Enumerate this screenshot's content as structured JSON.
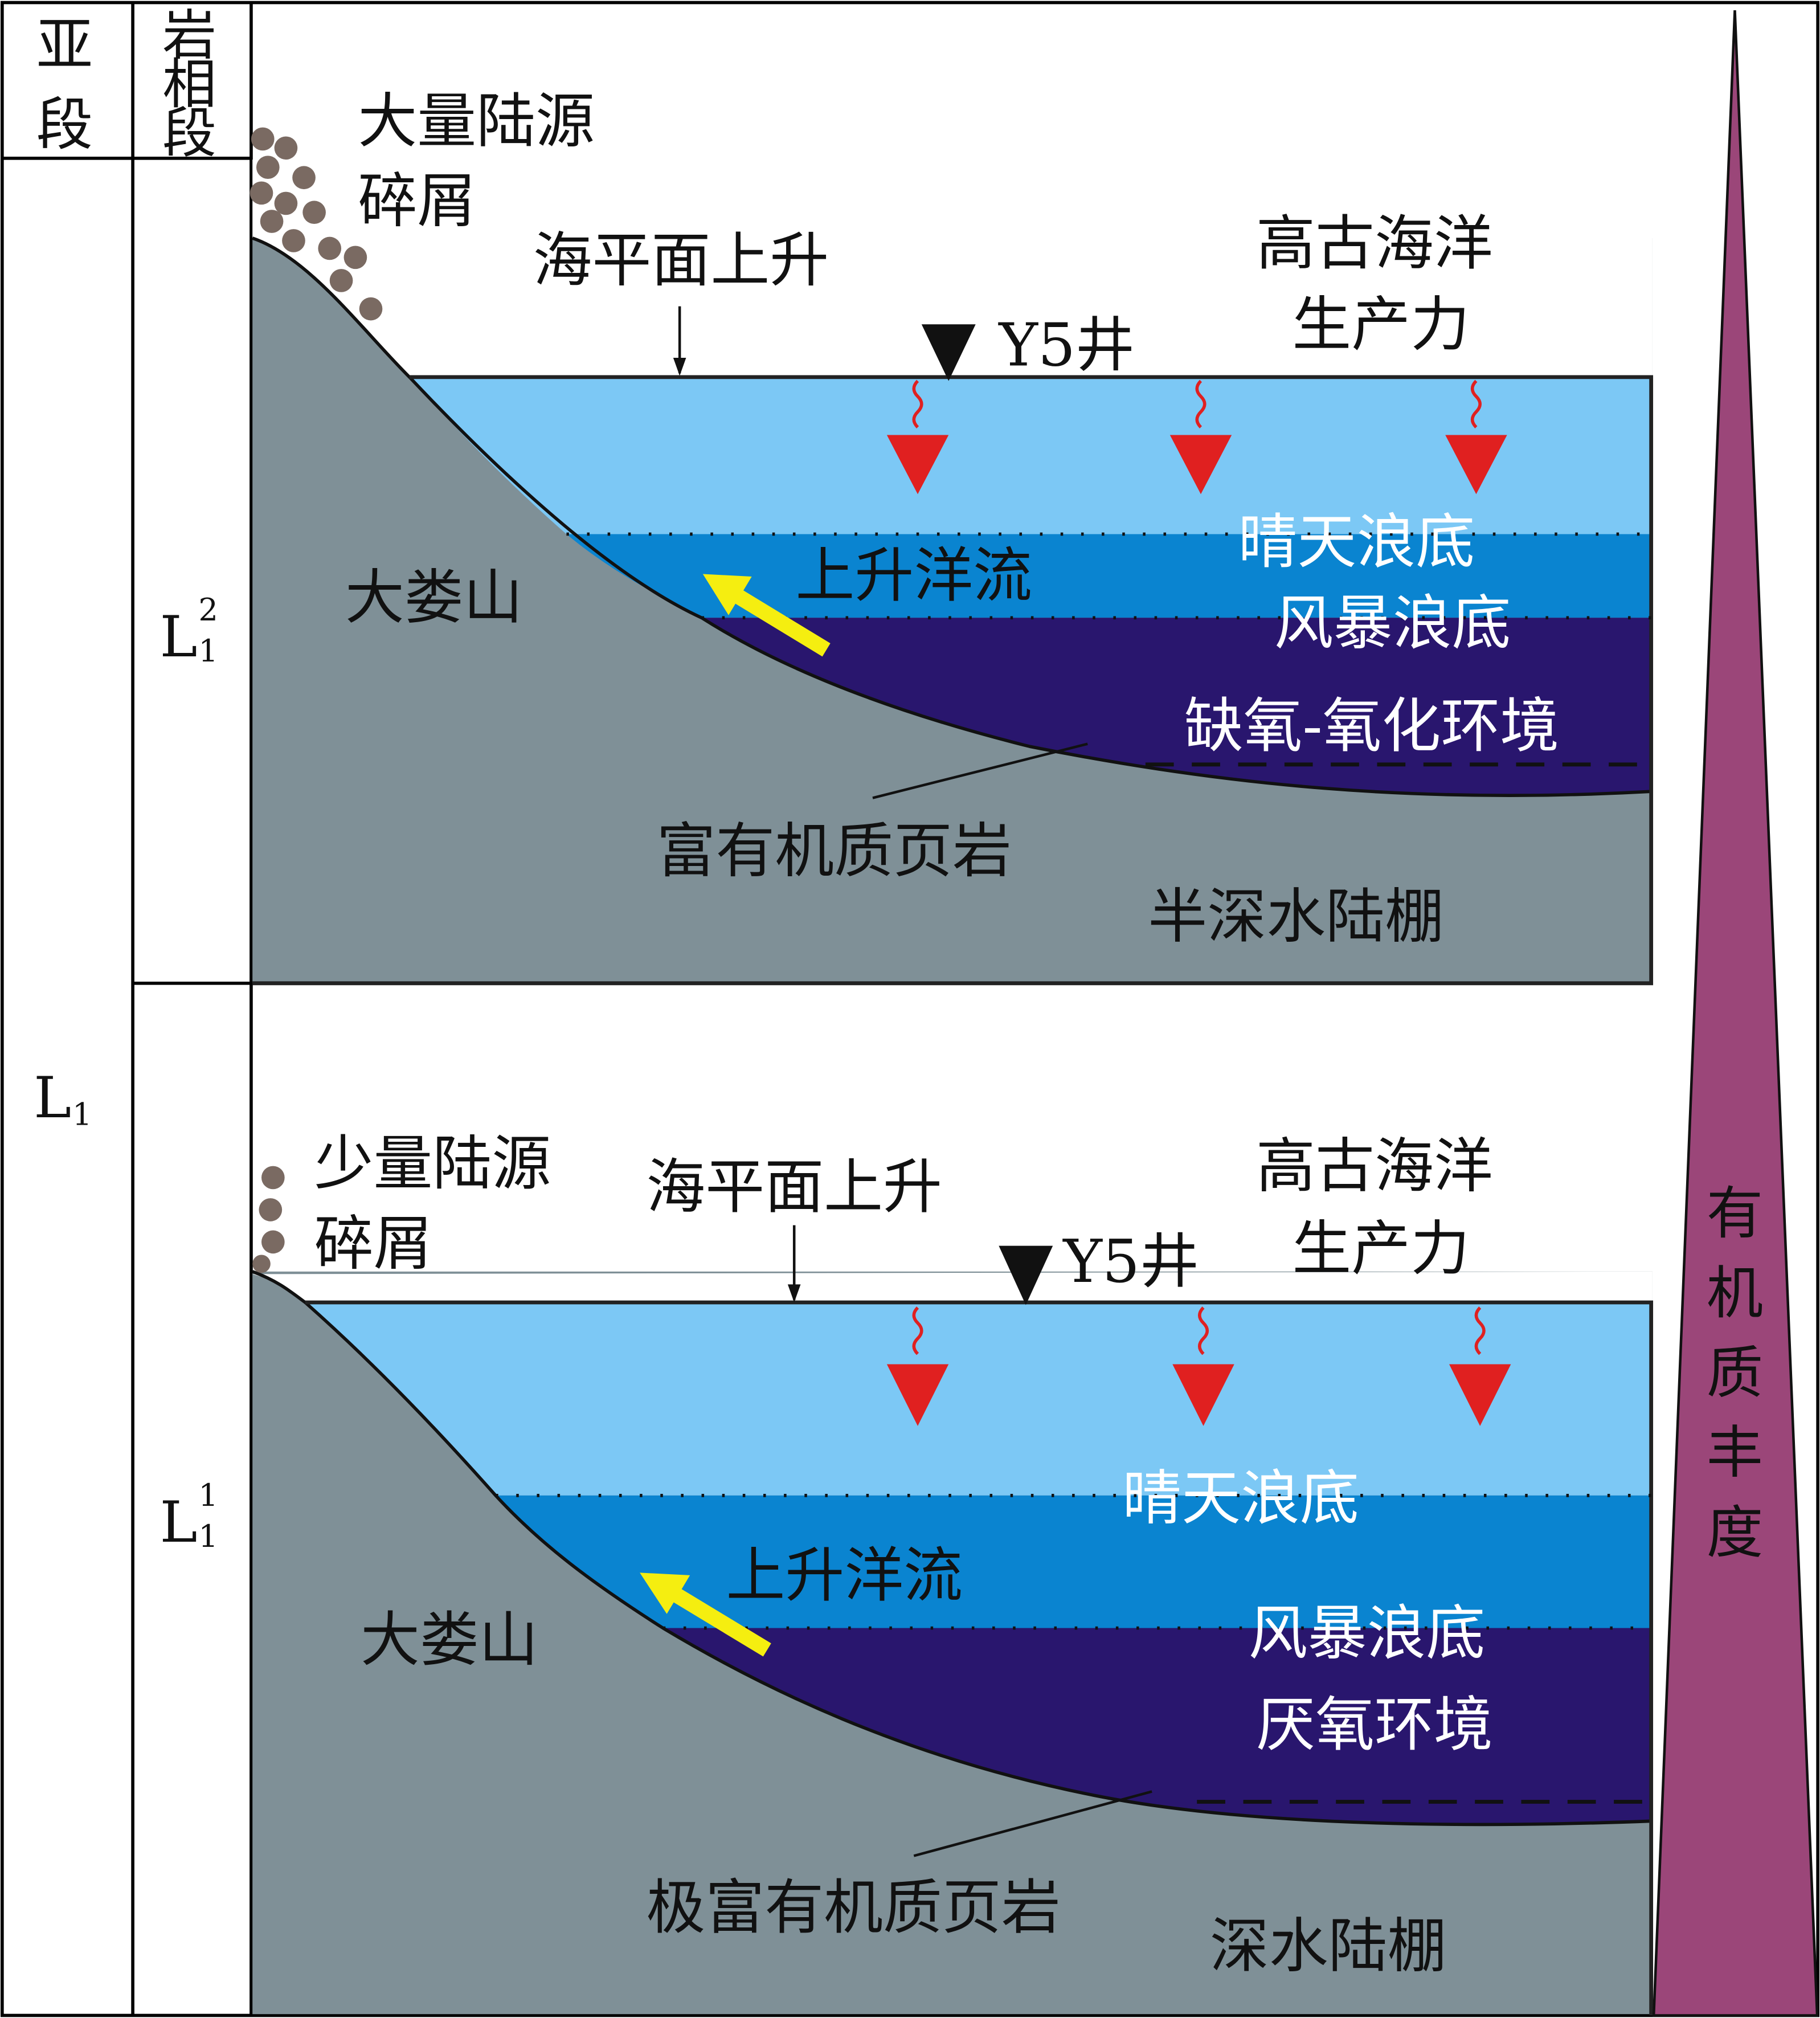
{
  "header": {
    "subsection": [
      "亚",
      "段"
    ],
    "facies": [
      "岩",
      "相",
      "段"
    ]
  },
  "subsection_label": {
    "main": "L",
    "sub": "1"
  },
  "facies_labels": [
    {
      "main": "L",
      "sup": "2",
      "sub": "1"
    },
    {
      "main": "L",
      "sup": "1",
      "sub": "1"
    }
  ],
  "upper_panel": {
    "detritus": [
      "大量陆源",
      "碎屑"
    ],
    "sea_level": "海平面上升",
    "well": "Y5井",
    "productivity": [
      "高古海洋",
      "生产力"
    ],
    "mountain": "大娄山",
    "fair_weather_base": "晴天浪底",
    "storm_base": "风暴浪底",
    "upwelling": "上升洋流",
    "environment": "缺氧-氧化环境",
    "shale": "富有机质页岩",
    "shelf": "半深水陆棚"
  },
  "lower_panel": {
    "detritus": [
      "少量陆源",
      "碎屑"
    ],
    "sea_level": "海平面上升",
    "well": "Y5井",
    "productivity": [
      "高古海洋",
      "生产力"
    ],
    "mountain": "大娄山",
    "fair_weather_base": "晴天浪底",
    "storm_base": "风暴浪底",
    "upwelling": "上升洋流",
    "environment": "厌氧环境",
    "shale": "极富有机质页岩",
    "shelf": "深水陆棚"
  },
  "abundance_label": [
    "有",
    "机",
    "质",
    "丰",
    "度"
  ],
  "colors": {
    "land": "#7f9097",
    "shallow": "#7cc8f5",
    "mid": "#0a84d0",
    "deep": "#29166e",
    "arrow_red": "#e02020",
    "upwelling": "#f5ee10",
    "triangle": "#9b4679",
    "pebble": "#7a6a62"
  }
}
